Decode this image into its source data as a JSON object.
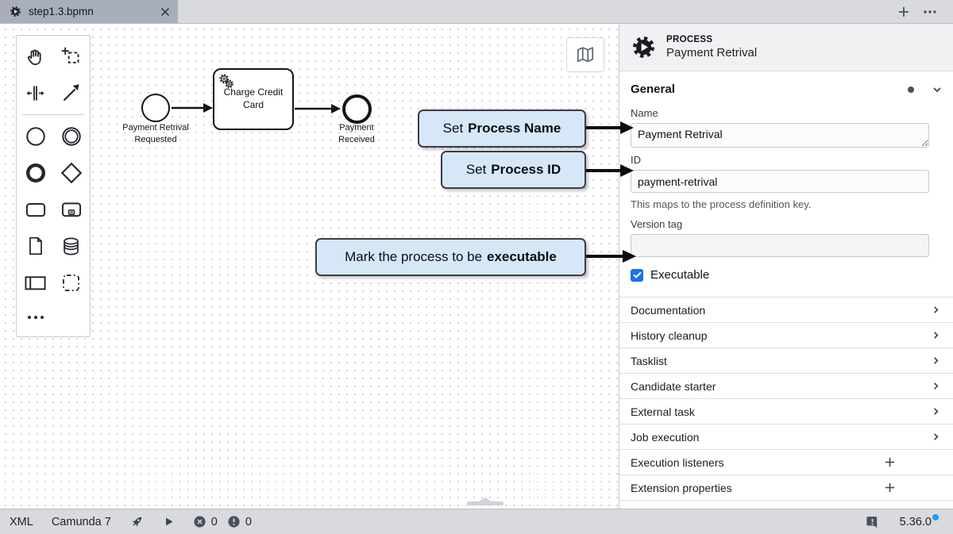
{
  "tab_bar": {
    "tab_title": "step1.3.bpmn"
  },
  "canvas": {
    "diagram": {
      "start_event_label_line1": "Payment Retrival",
      "start_event_label_line2": "Requested",
      "task_label_line1": "Charge Credit",
      "task_label_line2": "Card",
      "end_event_label_line1": "Payment",
      "end_event_label_line2": "Received"
    },
    "annotations": [
      {
        "prefix": "Set",
        "bold": "Process Name"
      },
      {
        "prefix": "Set",
        "bold": "Process ID"
      },
      {
        "prefix": "Mark the process to be",
        "bold": "executable"
      }
    ]
  },
  "palette": {
    "tools": [
      "hand-tool",
      "lasso-tool",
      "space-tool",
      "global-connect-tool",
      "create-start-event",
      "create-intermediate-event",
      "create-end-event",
      "create-gateway",
      "create-task",
      "create-subprocess",
      "create-data-object",
      "create-data-store",
      "create-participant",
      "create-group",
      "more-tools"
    ]
  },
  "properties_panel": {
    "header": {
      "element_type": "PROCESS",
      "element_name": "Payment Retrival"
    },
    "general": {
      "title": "General",
      "name_label": "Name",
      "name_value": "Payment Retrival",
      "id_label": "ID",
      "id_value": "payment-retrival",
      "id_help": "This maps to the process definition key.",
      "version_tag_label": "Version tag",
      "version_tag_value": "",
      "executable_label": "Executable",
      "executable_checked": true
    },
    "sections": [
      {
        "label": "Documentation",
        "action": "expand"
      },
      {
        "label": "History cleanup",
        "action": "expand"
      },
      {
        "label": "Tasklist",
        "action": "expand"
      },
      {
        "label": "Candidate starter",
        "action": "expand"
      },
      {
        "label": "External task",
        "action": "expand"
      },
      {
        "label": "Job execution",
        "action": "expand"
      },
      {
        "label": "Execution listeners",
        "action": "add"
      },
      {
        "label": "Extension properties",
        "action": "add"
      }
    ]
  },
  "status_bar": {
    "xml_label": "XML",
    "engine_label": "Camunda 7",
    "error_count": "0",
    "warning_count": "0",
    "version": "5.36.0"
  },
  "colors": {
    "accent_blue": "#1a70e8",
    "update_dot_blue": "#1e9bff",
    "annotation_fill": "#d6e7f8",
    "active_tab": "#a8aebc",
    "bar_background": "#d8dade"
  }
}
